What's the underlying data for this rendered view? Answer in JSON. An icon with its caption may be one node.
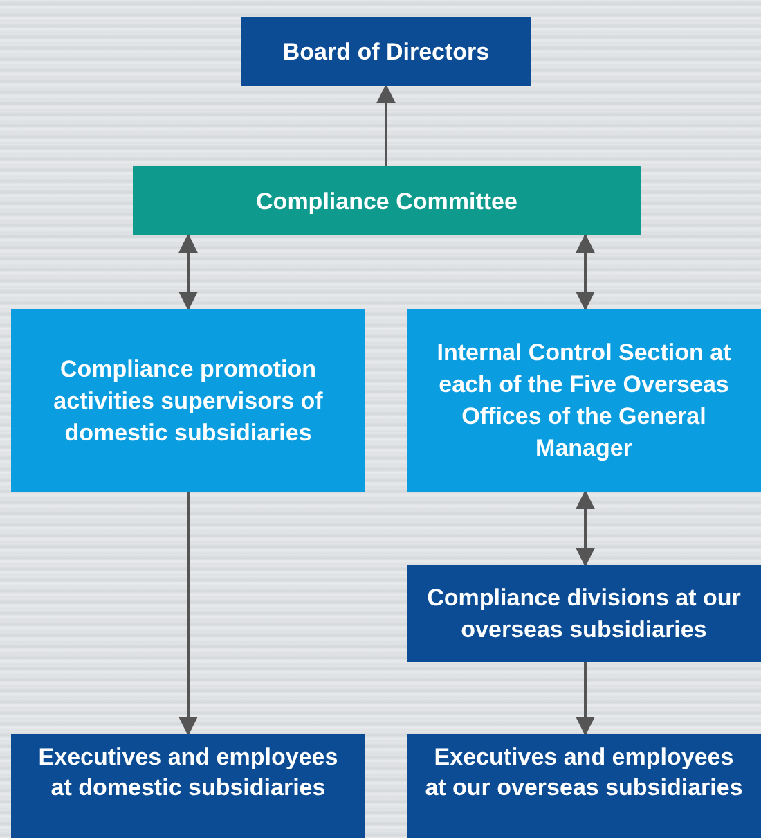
{
  "diagram": {
    "nodes": [
      {
        "text": [
          "Board of Directors"
        ]
      },
      {
        "text": [
          "Compliance Committee"
        ]
      },
      {
        "text": [
          "Compliance promotion activities supervisors of domestic subsidiaries"
        ]
      },
      {
        "text": [
          "Internal Control Section at each of the Five Overseas Offices of the General Manager"
        ]
      },
      {
        "text": [
          "Compliance divisions at our overseas subsidiaries"
        ]
      },
      {
        "text": [
          "Executives and employees at domestic subsidiaries"
        ]
      },
      {
        "text": [
          "Executives and employees at our overseas subsidiaries"
        ]
      }
    ],
    "edges": [
      {
        "from": 1,
        "to": 0,
        "arrow": "to"
      },
      {
        "from": 1,
        "to": 2,
        "arrow": "both"
      },
      {
        "from": 1,
        "to": 3,
        "arrow": "both"
      },
      {
        "from": 3,
        "to": 4,
        "arrow": "both"
      },
      {
        "from": 2,
        "to": 5,
        "arrow": "to"
      },
      {
        "from": 4,
        "to": 6,
        "arrow": "to"
      }
    ]
  }
}
